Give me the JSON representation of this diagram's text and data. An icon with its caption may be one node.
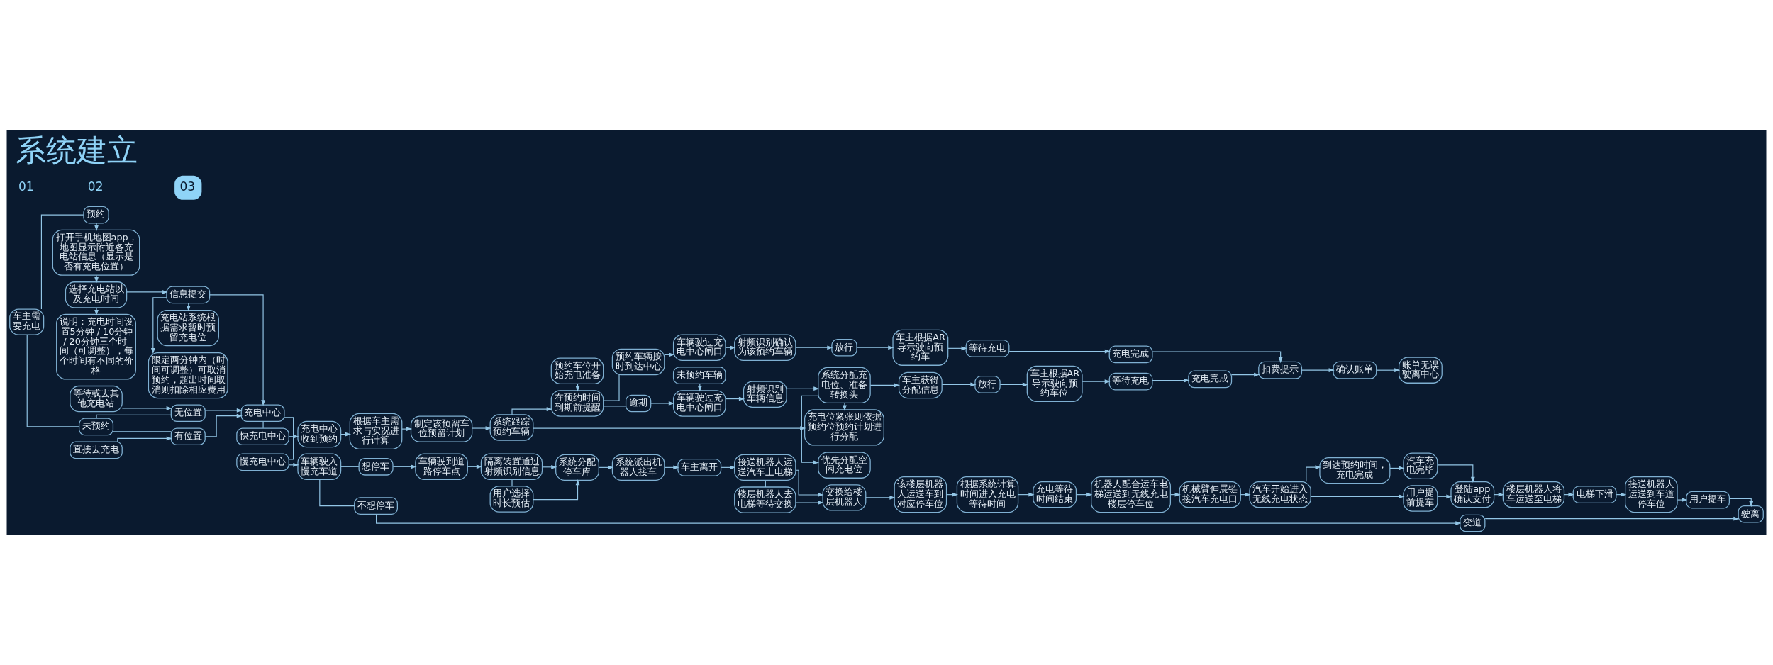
{
  "diagram": {
    "title": "系统建立",
    "nodes": [
      {
        "text": [
          "车主需要充电"
        ]
      },
      {
        "text": [
          "预约"
        ]
      },
      {
        "text": [
          "未预约"
        ]
      },
      {
        "text": [
          "打开手机地图app，地图显示附近各充电站信息（显示是否有充电位置）"
        ]
      },
      {
        "text": [
          "选择充电站以及充电时间"
        ]
      },
      {
        "text": [
          "说明：充电时间设置5分钟 / 10分钟 / 20分钟三个时间（可调整），每个时间有不同的价格"
        ]
      },
      {
        "text": [
          "信息提交"
        ]
      },
      {
        "text": [
          "限定两分钟内（时间可调整）可取消预约，超出时间取消则扣除相应费用"
        ]
      },
      {
        "text": [
          "充电站系统根据需求暂时预留充电位"
        ]
      },
      {
        "text": [
          "直接去充电"
        ]
      },
      {
        "text": [
          "有位置"
        ]
      },
      {
        "text": [
          "无位置"
        ]
      },
      {
        "text": [
          "等待或去其他充电站"
        ]
      },
      {
        "text": [
          "充电中心"
        ]
      },
      {
        "text": [
          "慢充电中心"
        ]
      },
      {
        "text": [
          "快充电中心"
        ]
      },
      {
        "text": [
          "车辆驶入慢充车道"
        ]
      },
      {
        "text": [
          "不想停车"
        ]
      },
      {
        "text": [
          "变道"
        ]
      },
      {
        "text": [
          "想停车"
        ]
      },
      {
        "text": [
          "车辆驶到道路停车点"
        ]
      },
      {
        "text": [
          "隔离装置通过射频识别信息"
        ]
      },
      {
        "text": [
          "用户选择时长预估"
        ]
      },
      {
        "text": [
          "系统分配停车库"
        ]
      },
      {
        "text": [
          "系统派出机器人接车"
        ]
      },
      {
        "text": [
          "车主离开"
        ]
      },
      {
        "text": [
          "接送机器人运送汽车上电梯"
        ]
      },
      {
        "text": [
          "楼层机器人去电梯等待交换"
        ]
      },
      {
        "text": [
          "交换给楼层机器人"
        ]
      },
      {
        "text": [
          "该楼层机器人运送车到对应停车位"
        ]
      },
      {
        "text": [
          "根据系统计算时间进入充电等待时间"
        ]
      },
      {
        "text": [
          "充电等待时间结束"
        ]
      },
      {
        "text": [
          "机器人配合运车电梯运送到无线充电楼层停车位"
        ]
      },
      {
        "text": [
          "机械臂伸展链接汽车充电口"
        ]
      },
      {
        "text": [
          "汽车开始进入无线充电状态"
        ]
      },
      {
        "text": [
          "用户提前提车"
        ]
      },
      {
        "text": [
          "到达预约时间，充电完成"
        ]
      },
      {
        "text": [
          "汽车充电完毕"
        ]
      },
      {
        "text": [
          "登陆app确认支付"
        ]
      },
      {
        "text": [
          "楼层机器人将车运送至电梯"
        ]
      },
      {
        "text": [
          "电梯下滑"
        ]
      },
      {
        "text": [
          "接送机器人运送到车道停车位"
        ]
      },
      {
        "text": [
          "用户提车"
        ]
      },
      {
        "text": [
          "驶离"
        ]
      },
      {
        "text": [
          "充电中心收到预约"
        ]
      },
      {
        "text": [
          "根据车主需求与实况进行计算"
        ]
      },
      {
        "text": [
          "制定该预留车位预留计划"
        ]
      },
      {
        "text": [
          "系统跟踪预约车辆"
        ]
      },
      {
        "text": [
          "预约车位开始充电准备"
        ]
      },
      {
        "text": [
          "在预约时间到期前提醒"
        ]
      },
      {
        "text": [
          "预约车辆按时到达中心"
        ]
      },
      {
        "text": [
          "逾期"
        ]
      },
      {
        "text": [
          "车辆驶过充电中心闸口"
        ]
      },
      {
        "text": [
          "射频识别确认为该预约车辆"
        ]
      },
      {
        "text": [
          "放行"
        ]
      },
      {
        "text": [
          "车主根据AR导示驶向预约车"
        ]
      },
      {
        "text": [
          "等待充电"
        ]
      },
      {
        "text": [
          "充电完成"
        ]
      },
      {
        "text": [
          "车辆驶过充电中心闸口"
        ]
      },
      {
        "text": [
          "未预约车辆"
        ]
      },
      {
        "text": [
          "射频识别车辆信息"
        ]
      },
      {
        "text": [
          "系统分配充电位、准备转换头"
        ]
      },
      {
        "text": [
          "充电位紧张则依据预约位预约计划进行分配"
        ]
      },
      {
        "text": [
          "优先分配空闲充电位"
        ]
      },
      {
        "text": [
          "车主获得分配信息"
        ]
      },
      {
        "text": [
          "放行"
        ]
      },
      {
        "text": [
          "车主根据AR导示驶向预约车位"
        ]
      },
      {
        "text": [
          "等待充电"
        ]
      },
      {
        "text": [
          "充电完成"
        ]
      },
      {
        "text": [
          "扣费提示"
        ]
      },
      {
        "text": [
          "确认账单"
        ]
      },
      {
        "text": [
          "账单无误驶离中心"
        ]
      }
    ],
    "edges": [
      {
        "from": 0,
        "to": 1,
        "arrow": "none"
      },
      {
        "from": 0,
        "to": 2,
        "arrow": "none"
      },
      {
        "from": 1,
        "to": 3,
        "arrow": "to"
      },
      {
        "from": 3,
        "to": 4,
        "arrow": "to"
      },
      {
        "from": 4,
        "to": 5,
        "arrow": "to"
      },
      {
        "from": 4,
        "to": 6,
        "arrow": "to"
      },
      {
        "from": 6,
        "to": 7,
        "arrow": "to"
      },
      {
        "from": 6,
        "to": 8,
        "arrow": "to"
      },
      {
        "from": 6,
        "to": 13,
        "arrow": "to"
      },
      {
        "from": 2,
        "to": 10,
        "arrow": "none"
      },
      {
        "from": 2,
        "to": 11,
        "arrow": "none"
      },
      {
        "from": 9,
        "to": 10,
        "arrow": "to"
      },
      {
        "from": 12,
        "to": 11,
        "arrow": "to"
      },
      {
        "from": 10,
        "to": 13,
        "arrow": "to"
      },
      {
        "from": 11,
        "to": 13,
        "arrow": "to"
      },
      {
        "from": 13,
        "to": 14,
        "arrow": "none"
      },
      {
        "from": 13,
        "to": 15,
        "arrow": "none"
      },
      {
        "from": 14,
        "to": 16,
        "arrow": "to"
      },
      {
        "from": 16,
        "to": 17,
        "arrow": "none"
      },
      {
        "from": 16,
        "to": 19,
        "arrow": "none"
      },
      {
        "from": 17,
        "to": 18,
        "arrow": "to"
      },
      {
        "from": 18,
        "to": 43,
        "arrow": "to"
      },
      {
        "from": 19,
        "to": 20,
        "arrow": "to"
      },
      {
        "from": 20,
        "to": 21,
        "arrow": "to"
      },
      {
        "from": 21,
        "to": 22,
        "arrow": "none"
      },
      {
        "from": 22,
        "to": 23,
        "arrow": "to"
      },
      {
        "from": 21,
        "to": 23,
        "arrow": "to"
      },
      {
        "from": 23,
        "to": 24,
        "arrow": "to"
      },
      {
        "from": 24,
        "to": 25,
        "arrow": "to"
      },
      {
        "from": 25,
        "to": 26,
        "arrow": "to"
      },
      {
        "from": 26,
        "to": 27,
        "arrow": "none"
      },
      {
        "from": 26,
        "to": 28,
        "arrow": "to"
      },
      {
        "from": 27,
        "to": 28,
        "arrow": "to"
      },
      {
        "from": 28,
        "to": 29,
        "arrow": "to"
      },
      {
        "from": 29,
        "to": 30,
        "arrow": "to"
      },
      {
        "from": 30,
        "to": 31,
        "arrow": "to"
      },
      {
        "from": 31,
        "to": 32,
        "arrow": "to"
      },
      {
        "from": 32,
        "to": 33,
        "arrow": "to"
      },
      {
        "from": 33,
        "to": 34,
        "arrow": "to"
      },
      {
        "from": 34,
        "to": 35,
        "arrow": "to"
      },
      {
        "from": 34,
        "to": 36,
        "arrow": "to"
      },
      {
        "from": 36,
        "to": 37,
        "arrow": "to"
      },
      {
        "from": 35,
        "to": 38,
        "arrow": "to"
      },
      {
        "from": 37,
        "to": 38,
        "arrow": "to"
      },
      {
        "from": 38,
        "to": 39,
        "arrow": "to"
      },
      {
        "from": 39,
        "to": 40,
        "arrow": "to"
      },
      {
        "from": 40,
        "to": 41,
        "arrow": "to"
      },
      {
        "from": 41,
        "to": 42,
        "arrow": "to"
      },
      {
        "from": 42,
        "to": 43,
        "arrow": "to"
      },
      {
        "from": 15,
        "to": 44,
        "arrow": "to"
      },
      {
        "from": 44,
        "to": 45,
        "arrow": "to"
      },
      {
        "from": 45,
        "to": 46,
        "arrow": "to"
      },
      {
        "from": 46,
        "to": 47,
        "arrow": "to"
      },
      {
        "from": 47,
        "to": 49,
        "arrow": "to"
      },
      {
        "from": 48,
        "to": 49,
        "arrow": "to"
      },
      {
        "from": 49,
        "to": 50,
        "arrow": "none"
      },
      {
        "from": 49,
        "to": 51,
        "arrow": "none"
      },
      {
        "from": 50,
        "to": 52,
        "arrow": "to"
      },
      {
        "from": 52,
        "to": 53,
        "arrow": "to"
      },
      {
        "from": 53,
        "to": 54,
        "arrow": "to"
      },
      {
        "from": 54,
        "to": 55,
        "arrow": "to"
      },
      {
        "from": 55,
        "to": 56,
        "arrow": "to"
      },
      {
        "from": 56,
        "to": 57,
        "arrow": "to"
      },
      {
        "from": 51,
        "to": 58,
        "arrow": "to"
      },
      {
        "from": 59,
        "to": 58,
        "arrow": "to"
      },
      {
        "from": 58,
        "to": 60,
        "arrow": "to"
      },
      {
        "from": 60,
        "to": 61,
        "arrow": "to"
      },
      {
        "from": 61,
        "to": 62,
        "arrow": "to"
      },
      {
        "from": 61,
        "to": 63,
        "arrow": "to"
      },
      {
        "from": 47,
        "to": 62,
        "arrow": "to"
      },
      {
        "from": 61,
        "to": 64,
        "arrow": "to"
      },
      {
        "from": 64,
        "to": 65,
        "arrow": "to"
      },
      {
        "from": 65,
        "to": 66,
        "arrow": "to"
      },
      {
        "from": 66,
        "to": 67,
        "arrow": "to"
      },
      {
        "from": 67,
        "to": 68,
        "arrow": "to"
      },
      {
        "from": 57,
        "to": 69,
        "arrow": "to"
      },
      {
        "from": 68,
        "to": 69,
        "arrow": "to"
      },
      {
        "from": 69,
        "to": 70,
        "arrow": "to"
      },
      {
        "from": 70,
        "to": 71,
        "arrow": "to"
      }
    ],
    "labels": [
      "01",
      "02",
      "03"
    ]
  }
}
